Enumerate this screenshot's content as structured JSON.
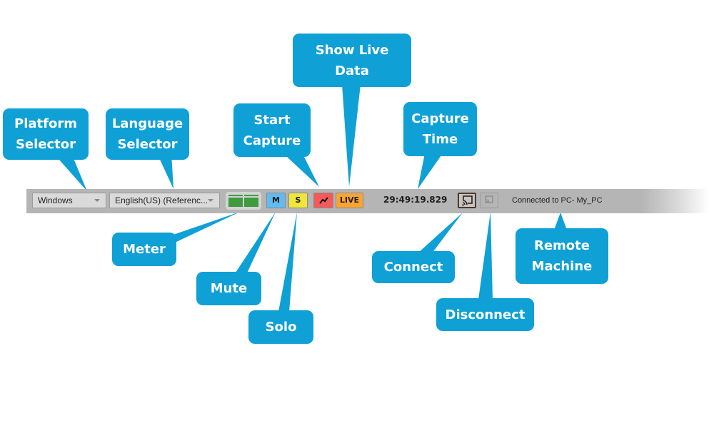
{
  "toolbar": {
    "platform_selector": {
      "value": "Windows",
      "icon": "chevron-down-icon"
    },
    "language_selector": {
      "value": "English(US) (Referenc...",
      "icon": "chevron-down-icon"
    },
    "meter": {
      "icon": "level-meter-icon",
      "color": "#3f9b3f"
    },
    "mute_button": {
      "label": "M",
      "color": "#5ebcf2"
    },
    "solo_button": {
      "label": "S",
      "color": "#f1e53a"
    },
    "start_capture_button": {
      "icon": "line-chart-icon",
      "color": "#f35a5a"
    },
    "live_button": {
      "label": "LIVE",
      "color": "#f8a534"
    },
    "capture_time": "29:49:19.829",
    "connect_button": {
      "icon": "cast-connect-icon"
    },
    "disconnect_button": {
      "icon": "cast-disconnect-icon",
      "enabled": false
    },
    "status_text": "Connected to PC- My_PC"
  },
  "callouts": {
    "platform_selector": [
      "Platform",
      "Selector"
    ],
    "language_selector": [
      "Language",
      "Selector"
    ],
    "start_capture": [
      "Start",
      "Capture"
    ],
    "show_live_data": [
      "Show Live",
      "Data"
    ],
    "capture_time": [
      "Capture",
      "Time"
    ],
    "meter": [
      "Meter"
    ],
    "mute": [
      "Mute"
    ],
    "solo": [
      "Solo"
    ],
    "connect": [
      "Connect"
    ],
    "disconnect": [
      "Disconnect"
    ],
    "remote_machine": [
      "Remote",
      "Machine"
    ]
  },
  "callout_color": "#0fa0d6"
}
